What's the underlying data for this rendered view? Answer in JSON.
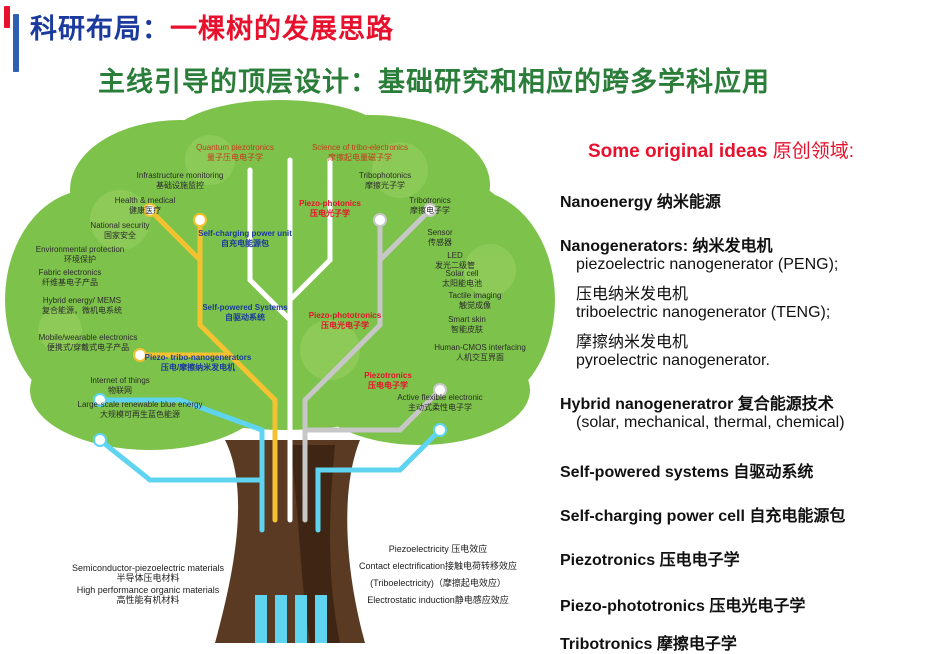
{
  "colors": {
    "title_red": "#e8112d",
    "title_blue": "#1c3a9e",
    "subtitle_green": "#2b7d3a",
    "ideas_red": "#e8112d",
    "trunk": "#5a3a22",
    "canopy": "#7dc24a",
    "branch_white": "#ffffff",
    "branch_yellow": "#f2c230",
    "branch_gray": "#c7c7c7",
    "branch_cyan": "#5ed4f0"
  },
  "header": {
    "title_part1": "科研布局：",
    "title_part2": "一棵树的发展思路",
    "subtitle": "主线引导的顶层设计：基础研究和相应的跨多学科应用"
  },
  "tree": {
    "leaves_left": [
      {
        "en": "Quantum piezotronics",
        "zh": "量子压电电子学"
      },
      {
        "en": "Infrastructure monitoring",
        "zh": "基础设施监控"
      },
      {
        "en": "Health & medical",
        "zh": "健康医疗"
      },
      {
        "en": "National security",
        "zh": "国家安全"
      },
      {
        "en": "Environmental protection",
        "zh": "环境保护"
      },
      {
        "en": "Fabric electronics",
        "zh": "纤维基电子产品"
      },
      {
        "en": "Hybrid energy/ MEMS",
        "zh": "复合能源，微机电系统"
      },
      {
        "en": "Mobile/wearable electronics",
        "zh": "便携式/穿戴式电子产品"
      },
      {
        "en": "Internet of things",
        "zh": "物联网"
      },
      {
        "en": "Large-scale renewable blue energy",
        "zh": "大规模可再生蓝色能源"
      }
    ],
    "leaves_right": [
      {
        "en": "Science of tribo-electronics",
        "zh": "摩擦起电量磁子学"
      },
      {
        "en": "Tribophotonics",
        "zh": "摩擦光子学"
      },
      {
        "en": "Tribotronics",
        "zh": "摩擦电子学"
      },
      {
        "en": "Sensor",
        "zh": "传感器"
      },
      {
        "en": "LED",
        "zh": "发光二级管"
      },
      {
        "en": "Solar cell",
        "zh": "太阳能电池"
      },
      {
        "en": "Tactile imaging",
        "zh": "触觉成像"
      },
      {
        "en": "Smart skin",
        "zh": "智能皮肤"
      },
      {
        "en": "Human-CMOS interfacing",
        "zh": "人机交互界面"
      },
      {
        "en": "Active flexible electronic",
        "zh": "主动式柔性电子学"
      }
    ],
    "core": [
      {
        "en": "Piezo-photonics",
        "zh": "压电光子学"
      },
      {
        "en": "Self-charging power unit",
        "zh": "自充电能源包"
      },
      {
        "en": "Self-powered Systems",
        "zh": "自驱动系统"
      },
      {
        "en": "Piezo-phototronics",
        "zh": "压电光电子学"
      },
      {
        "en": "Piezo- tribo-nanogenerators",
        "zh": "压电/摩擦纳米发电机"
      },
      {
        "en": "Piezotronics",
        "zh": "压电电子学"
      }
    ],
    "roots_left": [
      {
        "en": "Semiconductor-piezoelectric materials",
        "zh": "半导体压电材料"
      },
      {
        "en": "High performance organic materials",
        "zh": "高性能有机材料"
      }
    ],
    "roots_right": [
      "Piezoelectricity 压电效应",
      "Contact electrification接触电荷转移效应",
      "(Triboelectricity)（摩擦起电效应）",
      "Electrostatic induction静电感应效应"
    ]
  },
  "ideas": {
    "heading_en": "Some original ideas",
    "heading_zh": "原创领域:",
    "items": [
      {
        "title": "Nanoenergy  纳米能源"
      },
      {
        "title": "Nanogenerators:  纳米发电机"
      },
      {
        "sub": "piezoelectric nanogenerator (PENG);"
      },
      {
        "sub": "压电纳米发电机"
      },
      {
        "sub": "triboelectric nanogenerator (TENG);"
      },
      {
        "sub": "摩擦纳米发电机"
      },
      {
        "sub": "pyroelectric nanogenerator."
      },
      {
        "title": "Hybrid nanogeneratror  复合能源技术"
      },
      {
        "sub": "(solar, mechanical, thermal, chemical)"
      },
      {
        "title": "Self-powered systems  自驱动系统"
      },
      {
        "title": "Self-charging power cell 自充电能源包"
      },
      {
        "title": "Piezotronics 压电电子学"
      },
      {
        "title": "Piezo-phototronics 压电光电子学"
      },
      {
        "title": "Tribotronics  摩擦电子学"
      }
    ]
  }
}
